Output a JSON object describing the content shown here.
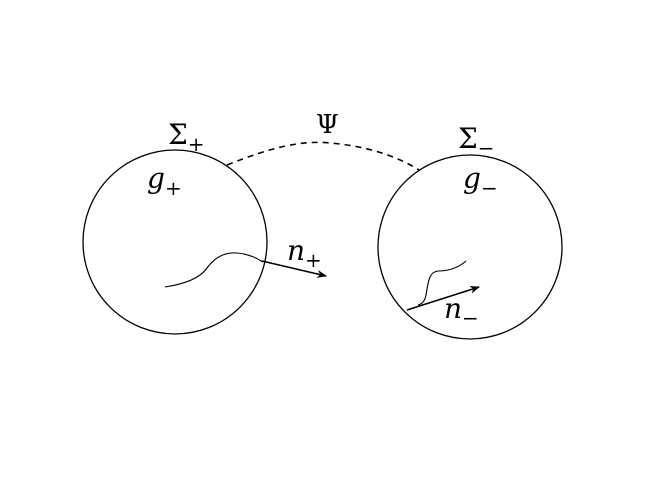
{
  "labels": {
    "sigma_plus": "Σ+",
    "sigma_minus": "Σ−",
    "psi": "Ψ",
    "g_plus": "g+",
    "g_minus": "g−",
    "n_plus": "n+",
    "n_minus": "n−"
  },
  "colors": {
    "stroke": "#000000",
    "background": "#ffffff"
  }
}
